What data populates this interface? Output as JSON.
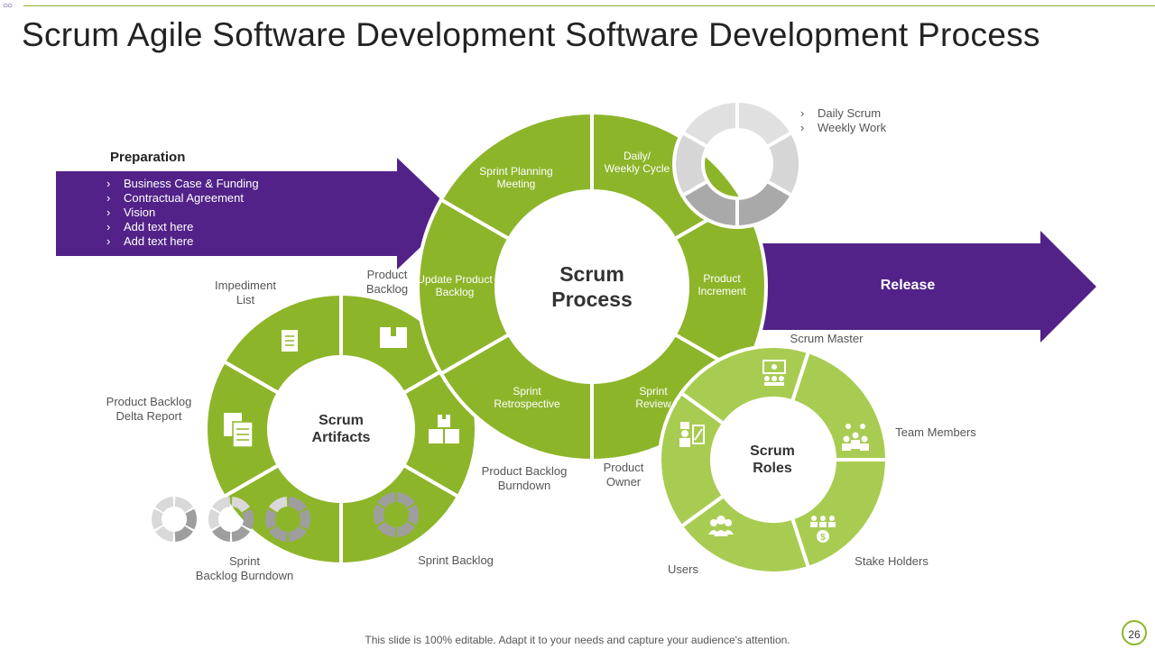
{
  "page": {
    "title": "Scrum Agile Software Development Software Development Process",
    "footer": "This slide is 100% editable. Adapt it to your needs and capture your audience's attention.",
    "page_number": "26"
  },
  "colors": {
    "green": "#8db52a",
    "light_green": "#a8cc52",
    "purple": "#522288",
    "gray": "#bdbdbd"
  },
  "preparation": {
    "title": "Preparation",
    "items": [
      "Business Case & Funding",
      "Contractual Agreement",
      "Vision",
      "Add text here",
      "Add text here"
    ]
  },
  "release": {
    "label": "Release"
  },
  "cycle_legend": {
    "items": [
      "Daily Scrum",
      "Weekly Work"
    ]
  },
  "scrum_process": {
    "center": [
      "Scrum",
      "Process"
    ],
    "segments": [
      {
        "label": [
          "Daily/",
          "Weekly Cycle"
        ]
      },
      {
        "label": [
          "Product",
          "Increment"
        ]
      },
      {
        "label": [
          "Sprint",
          "Review"
        ]
      },
      {
        "label": [
          "Sprint",
          "Retrospective"
        ]
      },
      {
        "label": [
          "Update Product",
          "Backlog"
        ]
      },
      {
        "label": [
          "Sprint Planning",
          "Meeting"
        ]
      }
    ]
  },
  "scrum_artifacts": {
    "center": [
      "Scrum",
      "Artifacts"
    ],
    "labels": {
      "impediment_list": [
        "Impediment",
        "List"
      ],
      "product_backlog": [
        "Product",
        "Backlog"
      ],
      "delta_report": [
        "Product Backlog",
        "Delta Report"
      ],
      "backlog_burndown": [
        "Product Backlog",
        "Burndown"
      ],
      "sprint_backlog_burndown": [
        "Sprint",
        "Backlog Burndown"
      ],
      "sprint_backlog": [
        "Sprint Backlog"
      ]
    },
    "icons": [
      "document-icon",
      "box-icon",
      "files-icon",
      "boxes-icon",
      "donut-icon"
    ]
  },
  "scrum_roles": {
    "center": [
      "Scrum",
      "Roles"
    ],
    "labels": {
      "scrum_master": "Scrum Master",
      "team_members": "Team Members",
      "stake_holders": "Stake Holders",
      "users": "Users",
      "product_owner": [
        "Product",
        "Owner"
      ]
    },
    "icons": [
      "presenter-icon",
      "team-icon",
      "stakeholders-icon",
      "users-icon",
      "owner-icon"
    ]
  }
}
